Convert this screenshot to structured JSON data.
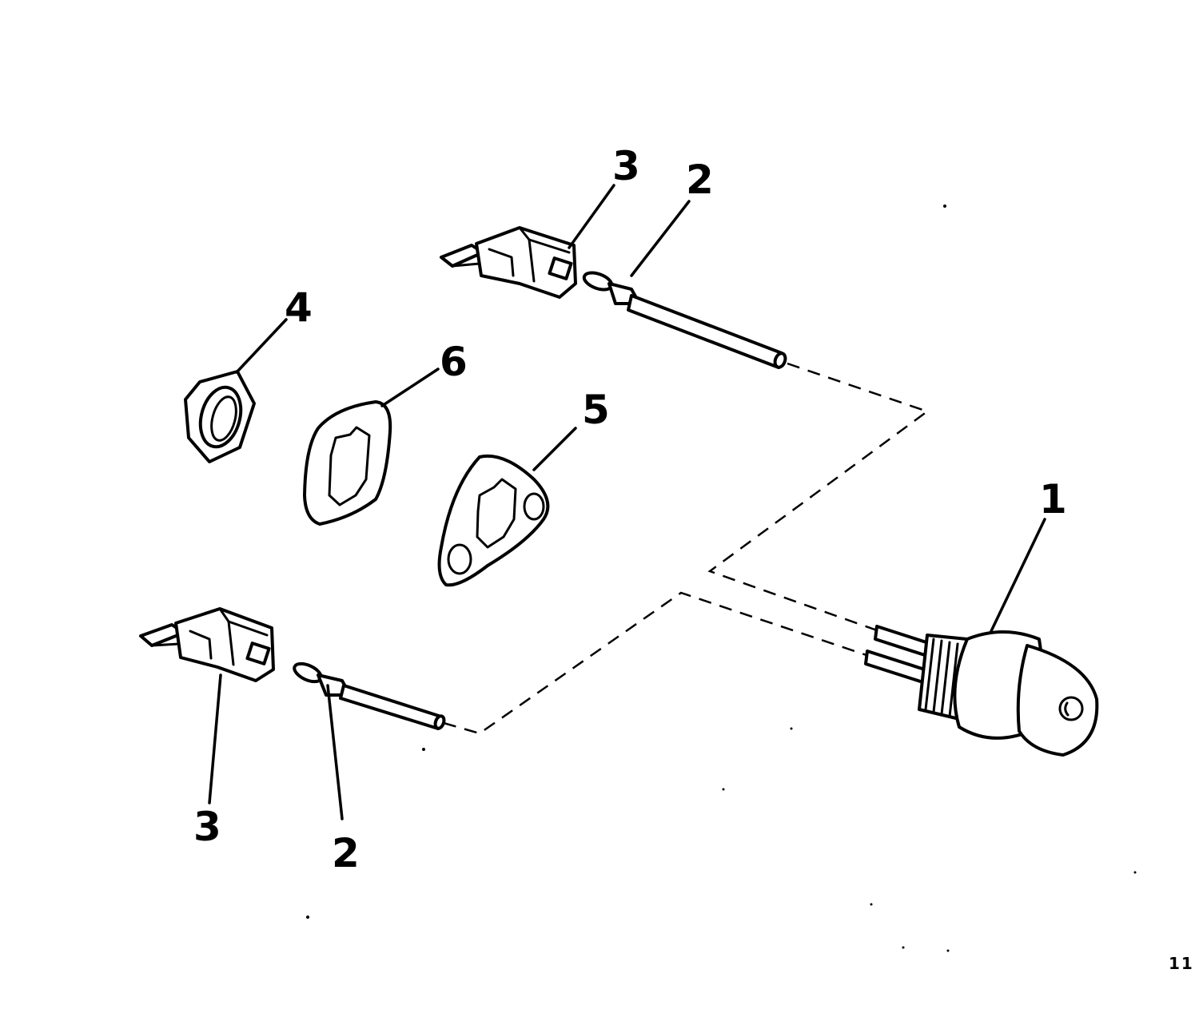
{
  "diagram": {
    "callouts": {
      "sender": "1",
      "terminal_top": "2",
      "boot_top": "3",
      "nut": "4",
      "gasket_5": "5",
      "gasket_6": "6",
      "boot_bottom": "3",
      "terminal_bottom": "2"
    },
    "page_number": "11",
    "line_color": "#000000",
    "background_color": "#ffffff"
  }
}
